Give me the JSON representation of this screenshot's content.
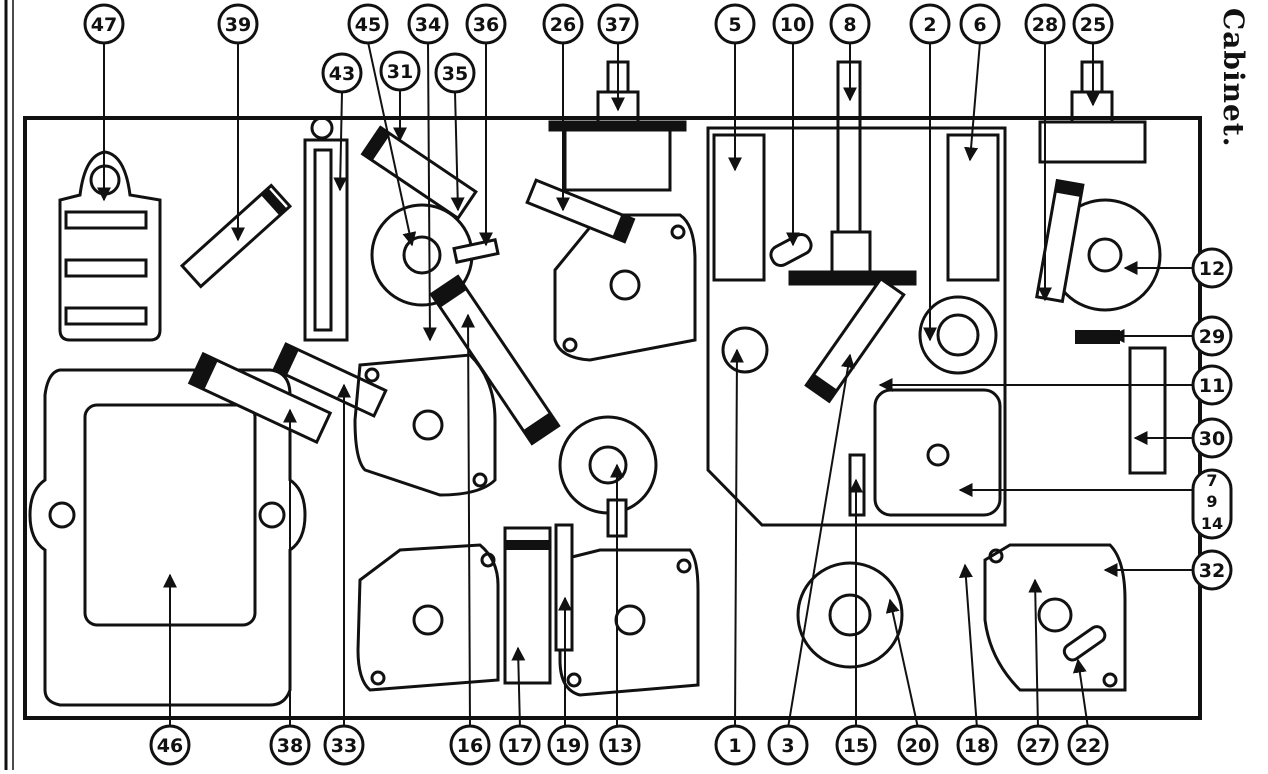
{
  "caption": "Cabinet.",
  "callouts_top": [
    "47",
    "39",
    "45",
    "34",
    "36",
    "26",
    "37",
    "5",
    "10",
    "8",
    "2",
    "6",
    "28",
    "25",
    "43",
    "31",
    "35"
  ],
  "callouts_right": [
    "12",
    "29",
    "11",
    "30",
    "32"
  ],
  "callout_right_stacked": [
    "7",
    "9",
    "14"
  ],
  "callouts_bottom": [
    "46",
    "38",
    "33",
    "16",
    "17",
    "19",
    "13",
    "1",
    "3",
    "15",
    "20",
    "18",
    "27",
    "22"
  ],
  "colors": {
    "ink": "#111111",
    "paper": "#ffffff"
  }
}
